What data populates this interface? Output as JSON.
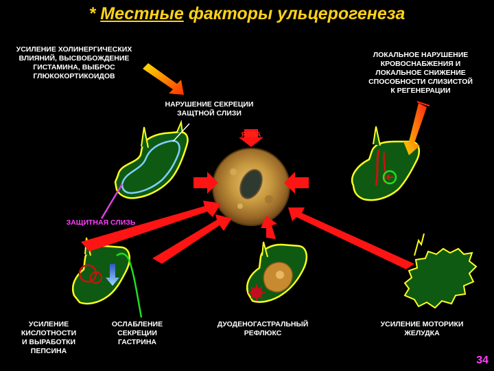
{
  "title": {
    "star": "*",
    "underlined": "Местные",
    "rest": "факторы ульцерогенеза"
  },
  "labels": {
    "cholinergic": [
      "УСИЛЕНИЕ ХОЛИНЕРГИЧЕСКИХ",
      "ВЛИЯНИЙ, ВЫСВОБОЖДЕНИЕ",
      "ГИСТАМИНА, ВЫБРОС",
      "ГЛЮКОКОРТИКОИДОВ"
    ],
    "blood_supply": [
      "ЛОКАЛЬНОЕ НАРУШЕНИЕ",
      "КРОВОСНАБЖЕНИЯ И",
      "ЛОКАЛЬНОЕ СНИЖЕНИЕ",
      "СПОСОБНОСТИ СЛИЗИСТОЙ",
      "К РЕГЕНЕРАЦИИ"
    ],
    "mucus_secretion": [
      "НАРУШЕНИЕ СЕКРЕЦИИ",
      "ЗАЩТНОЙ СЛИЗИ"
    ],
    "ulcer": "ЯЗВА",
    "protective_mucus": "ЗАЩИТНАЯ СЛИЗЬ",
    "acidity": [
      "УСИЛЕНИЕ",
      "КИСЛОТНОСТИ",
      "И ВЫРАБОТКИ",
      "ПЕПСИНА"
    ],
    "gastrin": [
      "ОСЛАБЛЕНИЕ",
      "СЕКРЕЦИИ",
      "ГАСТРИНА"
    ],
    "reflux": [
      "ДУОДЕНОГАСТРАЛЬНЫЙ",
      "РЕФЛЮКС"
    ],
    "motility": [
      "УСИЛЕНИЕ МОТОРИКИ",
      "ЖЕЛУДКА"
    ]
  },
  "page_number": "34",
  "colors": {
    "background": "#000000",
    "title": "#ffd21a",
    "stomach_fill": "#0f5a12",
    "stomach_outline": "#ffff20",
    "mucus_outline": "#7fd0ff",
    "arrow_red": "#ff1414",
    "protective_pointer": "#e040e0",
    "gastrin_pointer": "#20e020",
    "page_number": "#ff40ff"
  }
}
